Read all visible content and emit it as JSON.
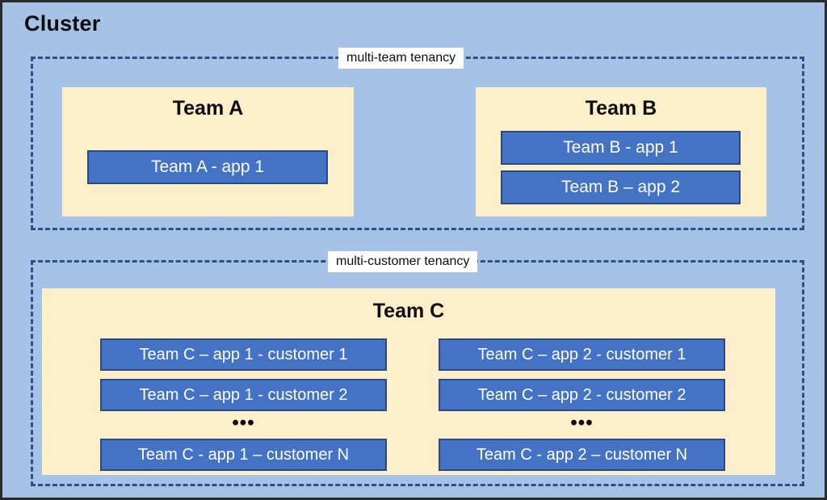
{
  "diagram": {
    "title": "Cluster",
    "colors": {
      "cluster_background": "#A6C3E7",
      "tenancy_border": "#2E4E88",
      "team_panel": "#FDEFCA",
      "app_box": "#4472C4",
      "app_box_border": "#2A4A81",
      "app_box_text": "#FFFFFF",
      "label_background": "#FFFFFF",
      "text": "#0D0D0D",
      "frame_border": "#2B2B2B"
    },
    "zones": [
      {
        "id": "multi-team",
        "label": "multi-team tenancy",
        "teams": [
          {
            "id": "team-a",
            "heading": "Team A",
            "apps": [
              {
                "id": "team-a-app-1",
                "label": "Team A - app 1"
              }
            ]
          },
          {
            "id": "team-b",
            "heading": "Team B",
            "apps": [
              {
                "id": "team-b-app-1",
                "label": "Team B - app 1"
              },
              {
                "id": "team-b-app-2",
                "label": "Team B – app 2"
              }
            ]
          }
        ]
      },
      {
        "id": "multi-customer",
        "label": "multi-customer tenancy",
        "teams": [
          {
            "id": "team-c",
            "heading": "Team C",
            "columns": [
              {
                "id": "team-c-app-1",
                "items": [
                  "Team C – app 1 - customer 1",
                  "Team C – app 1 - customer 2"
                ],
                "ellipsis": "•••",
                "last": "Team C - app 1 – customer N"
              },
              {
                "id": "team-c-app-2",
                "items": [
                  "Team C – app 2 - customer 1",
                  "Team C – app 2 - customer 2"
                ],
                "ellipsis": "•••",
                "last": "Team C - app 2 – customer N"
              }
            ]
          }
        ]
      }
    ]
  }
}
